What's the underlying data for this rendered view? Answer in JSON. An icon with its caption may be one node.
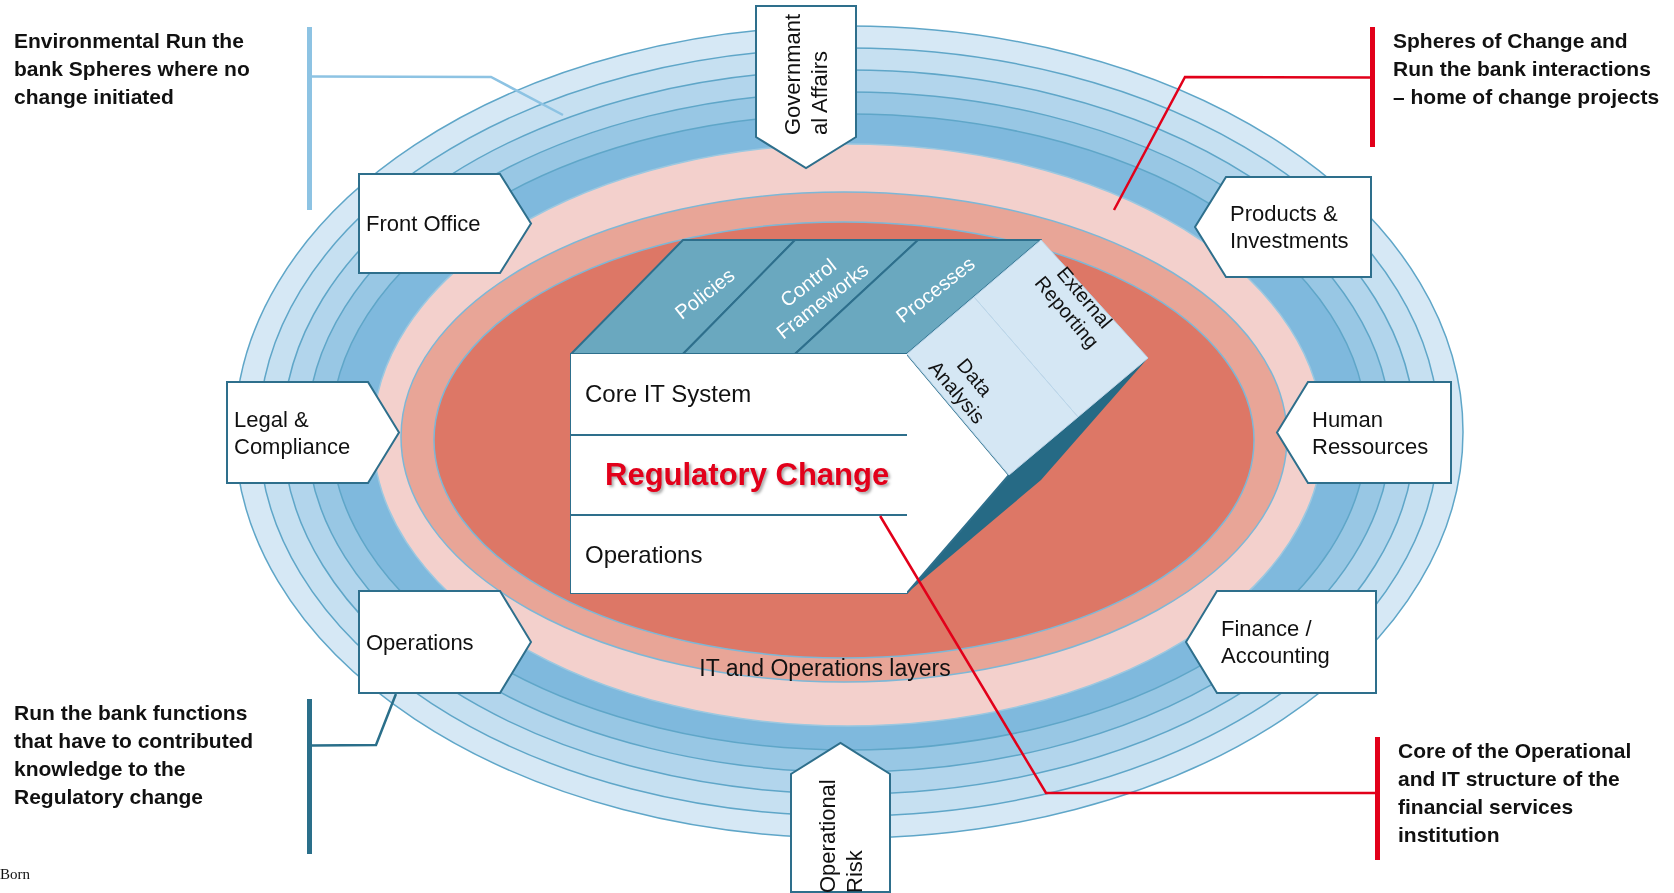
{
  "diagram": {
    "nodes": [
      {
        "text": [
          "Environmental Run the bank Spheres where no change initiated"
        ]
      },
      {
        "text": [
          "IT and Operations layers"
        ]
      },
      {
        "text": [
          "Policies"
        ]
      },
      {
        "text": [
          "Control Frameworks"
        ]
      },
      {
        "text": [
          "Processes"
        ]
      },
      {
        "text": [
          "External Reporting"
        ]
      },
      {
        "text": [
          "Data Analysis"
        ],
        "in": 1
      },
      {
        "text": [
          "Core IT System"
        ],
        "in": 1
      },
      {
        "text": [
          "Regulatory Change"
        ],
        "in": 1
      },
      {
        "text": [
          "Operations"
        ],
        "in": 1
      },
      {
        "text": [
          "Governmant al Affairs"
        ]
      },
      {
        "text": [
          "Spheres of Change and Run the bank interactions – home of change projects"
        ]
      },
      {
        "text": [
          "Front Office"
        ]
      },
      {
        "text": [
          "Products & Investments"
        ]
      },
      {
        "text": [
          "Legal & Compliance"
        ]
      },
      {
        "text": [
          "Human Ressources"
        ]
      },
      {
        "text": [
          "Operations"
        ]
      },
      {
        "text": [
          "Finance / Accounting"
        ]
      },
      {
        "text": [
          "Run the bank functions that have to contributed knowledge to the Regulatory change"
        ]
      },
      {
        "text": [
          "Core of the Operational and IT structure of the financial services institution"
        ]
      },
      {
        "text": [
          "Operational Risk"
        ]
      }
    ],
    "edges": [
      {
        "from": 0,
        "to": null,
        "arrow": "none",
        "color": "#8dc3e3"
      },
      {
        "from": 11,
        "to": null,
        "arrow": "none",
        "color": "#e2001a"
      },
      {
        "from": 18,
        "to": 16,
        "arrow": "none",
        "color": "#2a6f8a"
      },
      {
        "from": 19,
        "to": 8,
        "arrow": "none",
        "color": "#e2001a"
      }
    ],
    "labels": [
      "Born"
    ]
  }
}
